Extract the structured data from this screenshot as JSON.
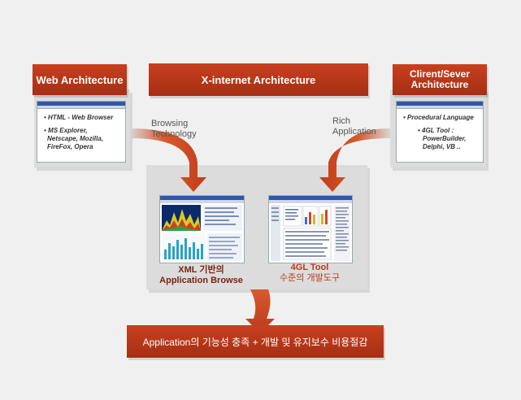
{
  "headers": {
    "web": "Web Architecture",
    "xinternet": "X-internet Architecture",
    "client_server_line1": "Clirent/Sever",
    "client_server_line2": "Architecture"
  },
  "web_panel": {
    "items": [
      "• HTML - Web Browser",
      "• MS Explorer,",
      "Netscape, Mozilla,",
      "FireFox, Opera"
    ]
  },
  "cs_panel": {
    "items": [
      "• Procedural Language",
      "• 4GL Tool :",
      "PowerBuilder,",
      "Delphi, VB .."
    ]
  },
  "arrow_labels": {
    "left_line1": "Browsing",
    "left_line2": "Technology",
    "right_line1": "Rich",
    "right_line2": "Application"
  },
  "captions": {
    "left_line1": "XML 기반의",
    "left_line2": "Application Browse",
    "right_line1": "4GL Tool",
    "right_line2": "수준의 개발도구"
  },
  "footer": "Application의 기능성 충족 + 개발 및 유지보수 비용절감",
  "colors": {
    "brand_red": "#b83a1c",
    "panel_gray": "#dcdcdc"
  }
}
